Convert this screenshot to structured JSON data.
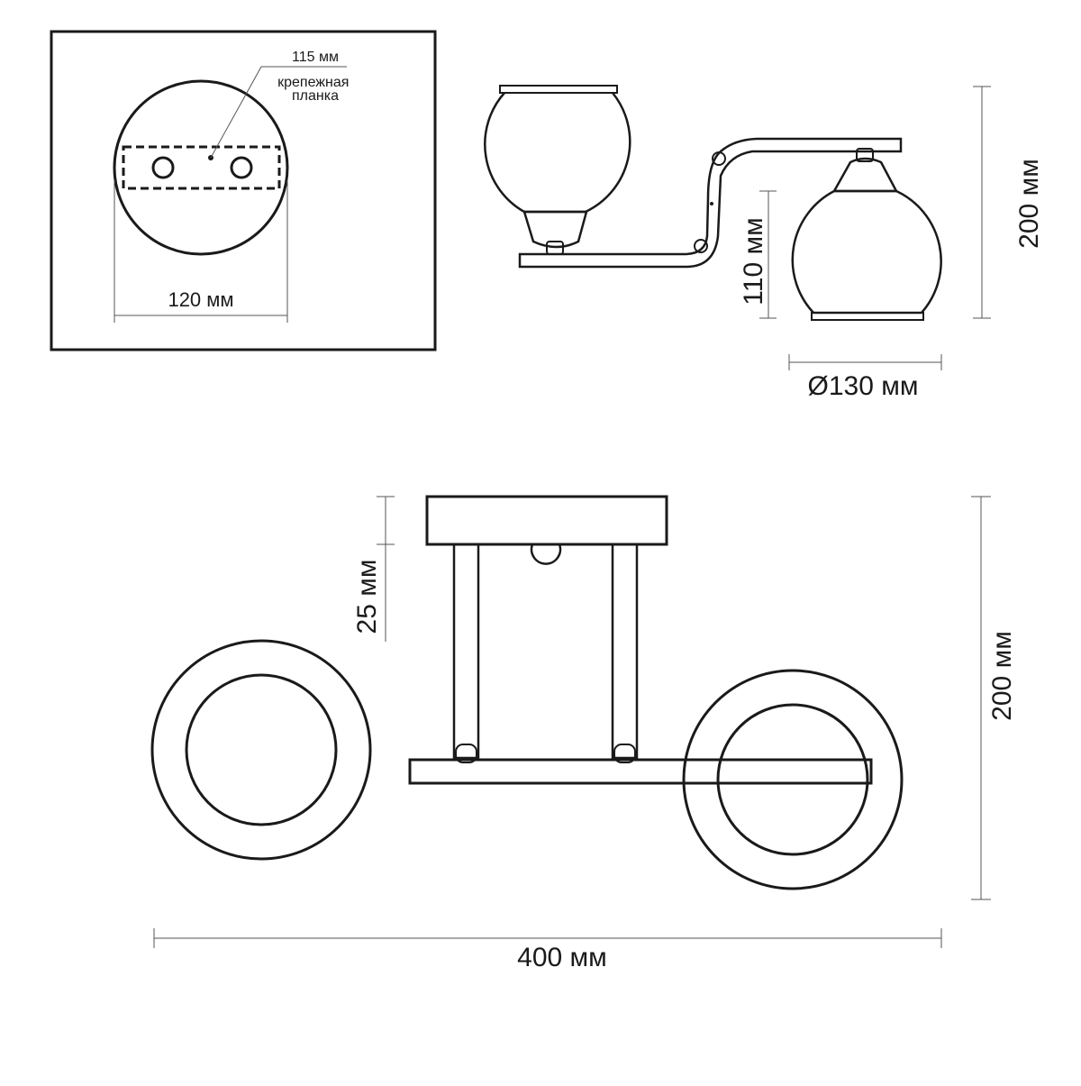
{
  "mount_plate": {
    "plate_length": "115 мм",
    "plate_label": "крепежная\nпланка",
    "base_diameter": "120 мм"
  },
  "side_view": {
    "total_height": "200 мм",
    "shade_height": "110 мм",
    "shade_diameter": "Ø130 мм"
  },
  "front_view": {
    "canopy_height": "25 мм",
    "total_height": "200 мм",
    "total_width": "400 мм"
  },
  "colors": {
    "line": "#1a1a1a",
    "dim_line": "#555555",
    "background": "#ffffff"
  }
}
